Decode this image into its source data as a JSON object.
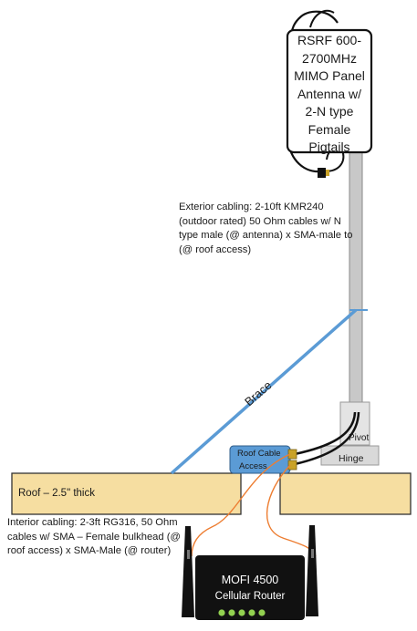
{
  "antenna": {
    "label": "RSRF 600-2700MHz MIMO Panel Antenna w/ 2-N type Female Pigtails"
  },
  "notes": {
    "exterior": "Exterior cabling: 2-10ft KMR240 (outdoor rated) 50 Ohm cables w/ N type male (@ antenna) x SMA-male to (@ roof access)",
    "interior": "Interior cabling: 2-3ft  RG316, 50 Ohm cables w/  SMA – Female bulkhead (@ roof access) x SMA-Male (@ router)"
  },
  "labels": {
    "brace": "Brace",
    "pivot": "Pivot",
    "hinge": "Hinge",
    "roof": "Roof – 2.5\" thick",
    "roof_access_line1": "Roof Cable",
    "roof_access_line2": "Access"
  },
  "router": {
    "line1": "MOFI 4500",
    "line2": "Cellular Router",
    "led_count": 5
  },
  "colors": {
    "roof_fill": "#f6dea1",
    "brace": "#5b9bd5",
    "access_box": "#5b9bd5",
    "coax_interior": "#ed7d31",
    "connector": "#c9a227",
    "router_body": "#111111",
    "led": "#92d050"
  }
}
